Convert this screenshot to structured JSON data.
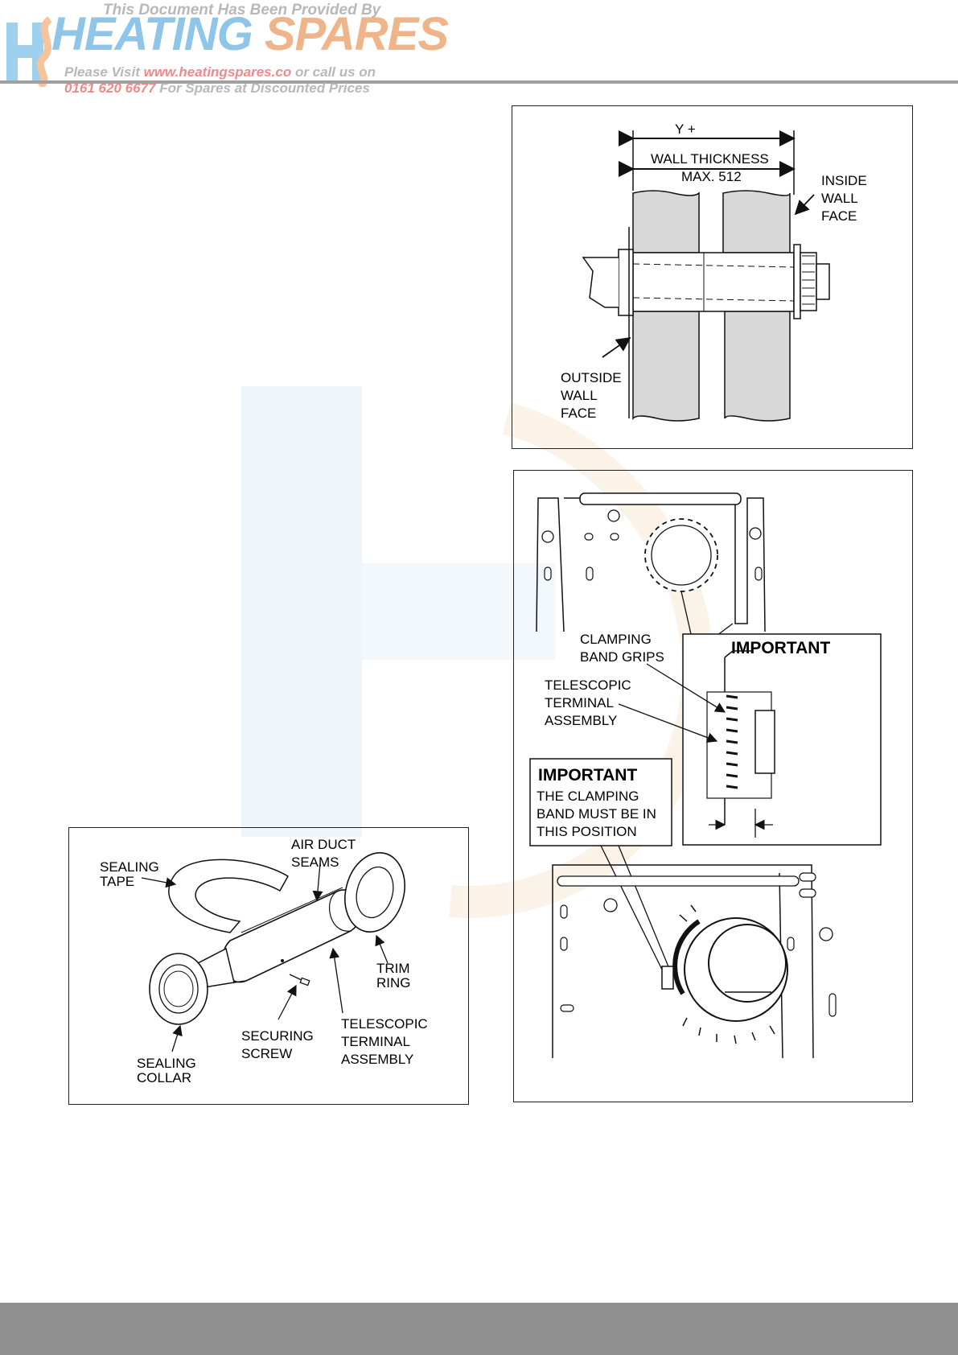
{
  "header": {
    "line1": "This Document Has Been Provided By",
    "brand_part1": "HEATING",
    "brand_part2": "SPARES",
    "visit_prefix": "Please Visit",
    "url": "www.heatingspares.co",
    "visit_suffix": "or call us on",
    "phone": "0161 620 6677",
    "phone_suffix": "For Spares at Discounted Prices"
  },
  "fig_wall": {
    "dim_y": "Y +",
    "wall_thickness": "WALL THICKNESS",
    "max": "MAX. 512",
    "inside_1": "INSIDE",
    "inside_2": "WALL",
    "inside_3": "FACE",
    "outside_1": "OUTSIDE",
    "outside_2": "WALL",
    "outside_3": "FACE"
  },
  "fig_clamp": {
    "clamping_1": "CLAMPING",
    "clamping_2": "BAND GRIPS",
    "tele_1": "TELESCOPIC",
    "tele_2": "TERMINAL",
    "tele_3": "ASSEMBLY",
    "important_inset": "IMPORTANT",
    "important_note_title": "IMPORTANT",
    "note_1": "THE CLAMPING",
    "note_2": "BAND MUST BE IN",
    "note_3": "THIS POSITION"
  },
  "fig_kit": {
    "sealing_tape_1": "SEALING",
    "sealing_tape_2": "TAPE",
    "air_duct_1": "AIR DUCT",
    "air_duct_2": "SEAMS",
    "trim_1": "TRIM",
    "trim_2": "RING",
    "sealing_collar_1": "SEALING",
    "sealing_collar_2": "COLLAR",
    "securing_1": "SECURING",
    "securing_2": "SCREW",
    "tele_1": "TELESCOPIC",
    "tele_2": "TERMINAL",
    "tele_3": "ASSEMBLY"
  }
}
